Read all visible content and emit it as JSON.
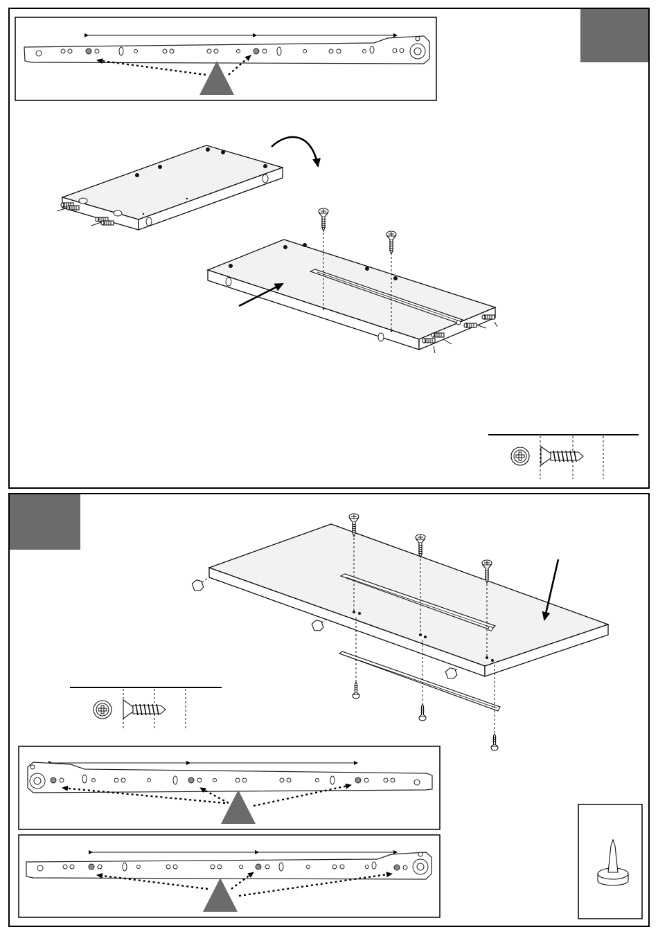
{
  "steps": [
    {
      "id": "upper",
      "badge_color": "#6b6b6b",
      "parts": [
        "drawer-runner-inset",
        "panel-with-dowels",
        "flip-arrow",
        "panel-with-runner",
        "screws",
        "screw-legend"
      ]
    },
    {
      "id": "lower",
      "badge_color": "#6b6b6b",
      "parts": [
        "drawer-bottom-panel",
        "cam-bolts",
        "runner-under-panel",
        "screw-legend",
        "runner-inset-left",
        "runner-inset-right",
        "nail-glide-inset"
      ]
    }
  ],
  "icons": {
    "screw": "countersunk-screw-icon",
    "screw_head": "phillips-head-icon",
    "triangle_marker": "triangle-marker-icon",
    "nail_glide": "nail-glide-icon",
    "rotate_arrow": "rotate-arrow-icon"
  },
  "colors": {
    "badge": "#6b6b6b",
    "marker": "#6b6b6b",
    "hole_highlight": "#8a8a8a",
    "panel_top": "#f2f2f2"
  }
}
